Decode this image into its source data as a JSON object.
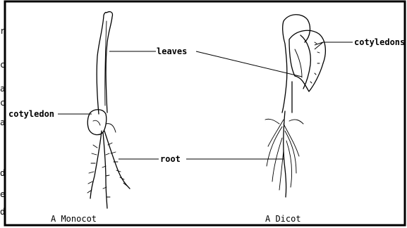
{
  "labels": {
    "leaves": "leaves",
    "cotyledons": "cotyledons",
    "cotyledon": "cotyledon",
    "root": "root"
  },
  "captions": {
    "monocot": "A Monocot",
    "dicot": "A Dicot"
  },
  "margin_fragments": [
    "r",
    "c",
    "a",
    "c",
    "a",
    "d",
    "e",
    "d"
  ]
}
